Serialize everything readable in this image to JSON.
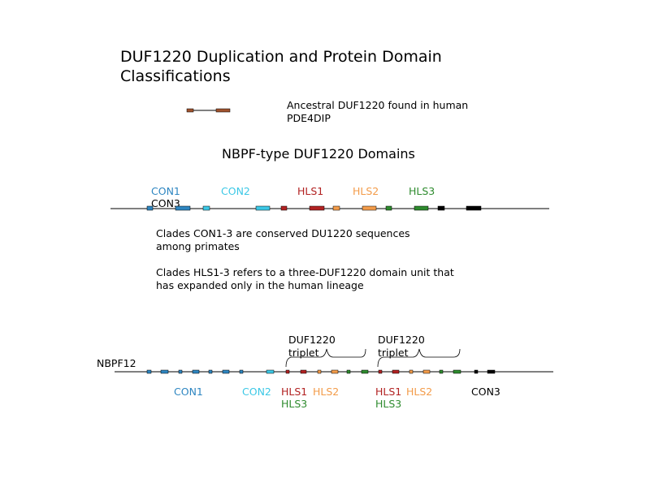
{
  "title": "DUF1220 Duplication and Protein Domain Classifications",
  "legend": {
    "text": "Ancestral DUF1220 found in human PDE4DIP"
  },
  "section_title": "NBPF-type DUF1220 Domains",
  "colors": {
    "con1": "#2e86c1",
    "con2": "#3cc8e6",
    "hls1": "#b22222",
    "hls2": "#f39c4a",
    "hls3": "#2e8b2e",
    "con3": "#000000",
    "ancestral": "#a0522d",
    "line": "#000000"
  },
  "domain_labels": {
    "con1": "CON1",
    "con2": "CON2",
    "hls1": "HLS1",
    "hls2": "HLS2",
    "hls3": "HLS3",
    "con3": "CON3"
  },
  "notes": {
    "con_clades": "Clades CON1-3 are conserved DU1220 sequences among primates",
    "hls_clades": "Clades HLS1-3 refers to a three-DUF1220 domain unit that has expanded only in the human lineage"
  },
  "nbpf12": {
    "label": "NBPF12",
    "triplet_label": "DUF1220 triplet"
  }
}
